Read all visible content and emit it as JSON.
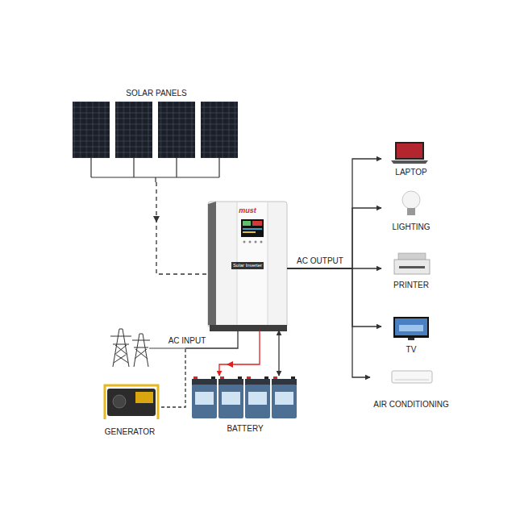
{
  "diagram": {
    "nodes": [
      {
        "text": [
          "SOLAR PANELS"
        ]
      },
      {
        "text": [
          "must",
          "Solar Inverter"
        ]
      },
      {
        "text": [
          "LAPTOP"
        ]
      },
      {
        "text": [
          "LIGHTING"
        ]
      },
      {
        "text": [
          "PRINTER"
        ]
      },
      {
        "text": [
          "TV"
        ]
      },
      {
        "text": [
          "AIR CONDITIONING"
        ]
      },
      {
        "text": [
          "GENERATOR"
        ]
      },
      {
        "text": [
          "BATTERY"
        ]
      }
    ],
    "edges": [
      {
        "from": 0,
        "to": 1,
        "arrow": "to"
      },
      {
        "from": 1,
        "to": 2,
        "arrow": "to"
      },
      {
        "from": 1,
        "to": 3,
        "arrow": "to"
      },
      {
        "from": 1,
        "to": 4,
        "label": "AC OUTPUT",
        "arrow": "to"
      },
      {
        "from": 1,
        "to": 5,
        "arrow": "to"
      },
      {
        "from": 1,
        "to": 6,
        "arrow": "to"
      },
      {
        "from": 7,
        "to": 1,
        "label": "AC INPUT",
        "arrow": "none"
      },
      {
        "from": 1,
        "to": 8,
        "arrow": "to"
      },
      {
        "from": 1,
        "to": 8,
        "arrow": "both"
      }
    ]
  }
}
